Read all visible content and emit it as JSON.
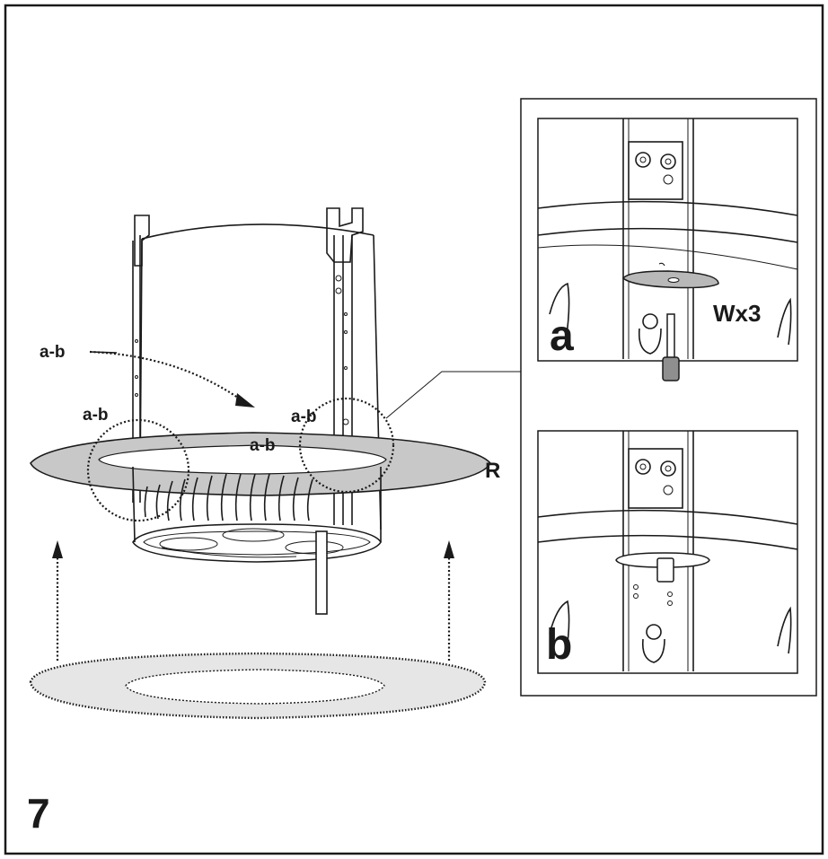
{
  "step_number": "7",
  "labels": {
    "arrow_label": "a-b",
    "left_circle_label": "a-b",
    "right_circle_label_top": "a-b",
    "right_circle_label_bottom": "a-b",
    "ring_label": "R",
    "screw_count": "Wx3",
    "detail_a": "a",
    "detail_b": "b"
  },
  "colors": {
    "line": "#1a1a1a",
    "ring_fill": "#c8c8c8",
    "ghost_ring_fill": "#e6e6e6",
    "background": "#ffffff"
  }
}
